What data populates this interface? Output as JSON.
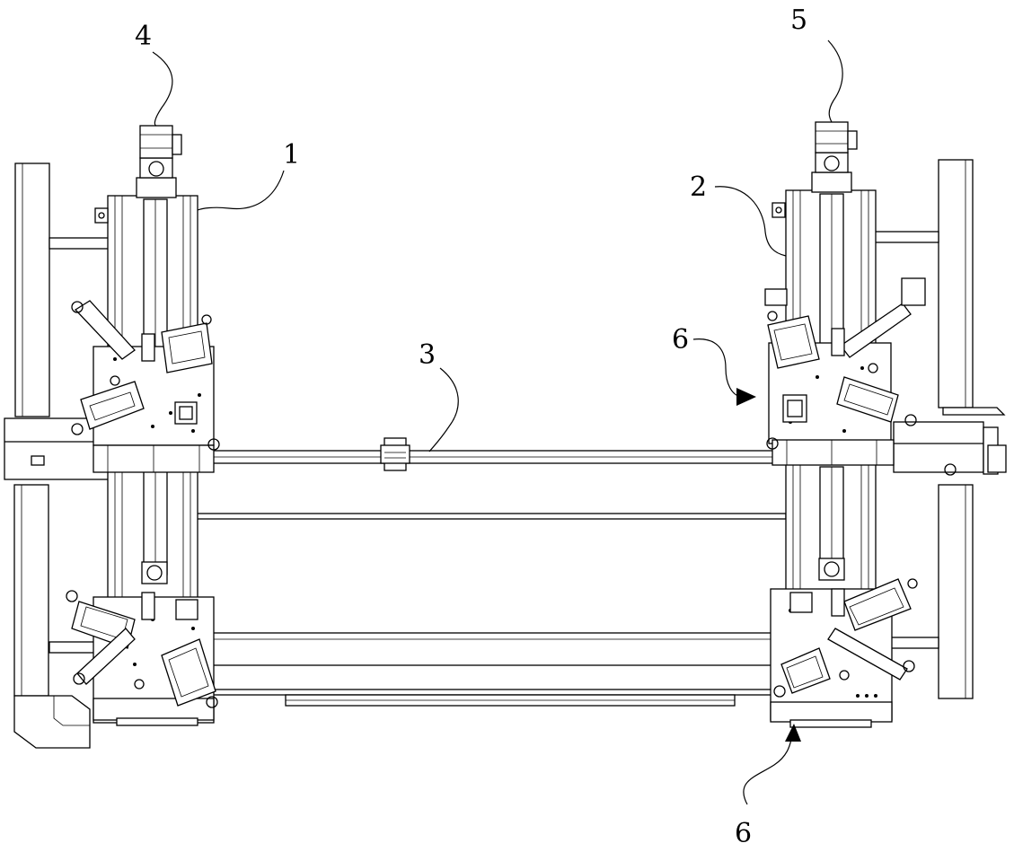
{
  "labels": {
    "l1": "1",
    "l2": "2",
    "l3": "3",
    "l4": "4",
    "l5": "5",
    "l6a": "6",
    "l6b": "6"
  },
  "colors": {
    "line": "#000000",
    "background": "#ffffff"
  }
}
